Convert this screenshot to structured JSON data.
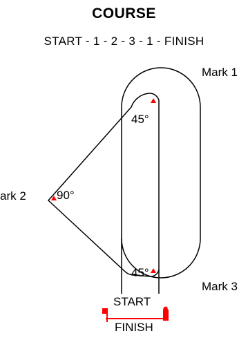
{
  "title": "COURSE",
  "subtitle": "START - 1 - 2 - 3 - 1 - FINISH",
  "marks": {
    "mark1": "Mark 1",
    "mark2": "ark 2",
    "mark3": "Mark 3"
  },
  "angles": {
    "mark1_angle": "45°",
    "mark2_angle": "90°",
    "mark3_angle": "45°"
  },
  "start_label": "START",
  "finish_label": "FINISH",
  "colors": {
    "mark_triangle": "#ff0000",
    "flag": "#ff0000",
    "finish_line": "#ff0000",
    "lines": "#000000"
  },
  "icons": {
    "start_flag": "red-flag-icon",
    "committee_boat": "red-boat-icon"
  }
}
